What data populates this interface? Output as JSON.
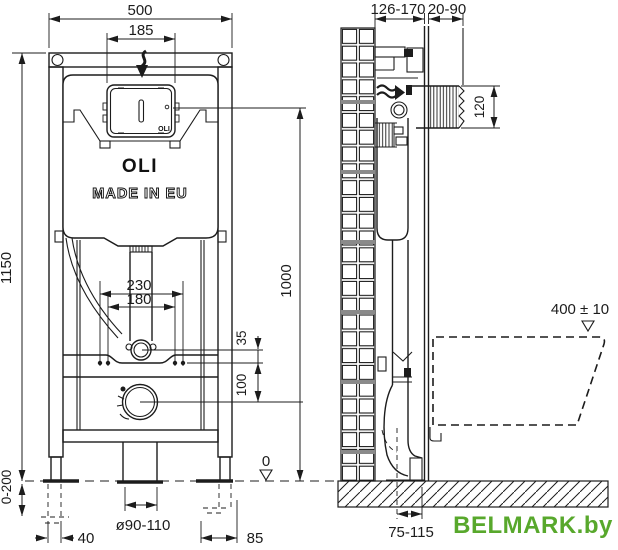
{
  "front_view": {
    "brand_logo": "OLI",
    "made_in_label": "MADE IN EU",
    "plate_logo": "OLI",
    "dims": {
      "total_width": "500",
      "plate_width": "185",
      "total_height": "1150",
      "plate_center_height": "1000",
      "fixing_width_outer": "230",
      "fixing_width_inner": "180",
      "flush_pipe_offset": "35",
      "outlet_height": "100",
      "floor_datum": "0",
      "leg_adjust_range": "0-200",
      "leg_width": "40",
      "drain_diameter": "ø90-110",
      "leg_offset": "85"
    }
  },
  "side_view": {
    "dims": {
      "frame_depth_range": "126-170",
      "wall_finish_range": "20-90",
      "flush_duct_height": "120",
      "bowl_top_height": "400 ± 10",
      "outlet_to_wall": "75-115"
    }
  },
  "watermark": {
    "text": "BELMARK.by",
    "color": "#58a82c"
  }
}
